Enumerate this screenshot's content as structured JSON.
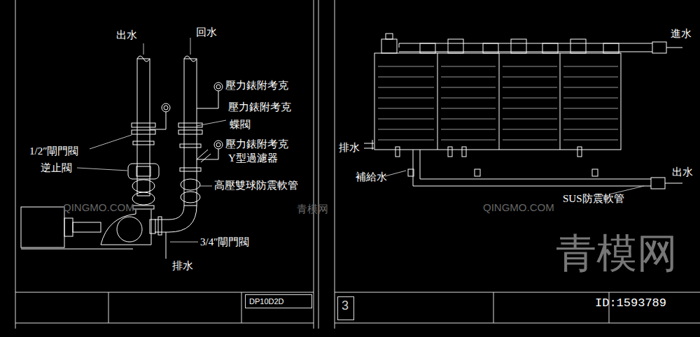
{
  "diagram": {
    "nodes": [
      {
        "text": [
          "DP10D2D"
        ]
      },
      {
        "text": [
          "3"
        ]
      }
    ],
    "labels": [
      "出水",
      "回水",
      "壓力錶附考克",
      "壓力錶附考克",
      "蝶閥",
      "壓力錶附考克",
      "1/2″閘門閥",
      "Y型過濾器",
      "逆止閥",
      "高壓雙球防震軟管",
      "3/4″閘門閥",
      "排水",
      "進水",
      "排水",
      "補給水",
      "出水",
      "SUS防震軟管",
      "QINGMO.COM",
      "青模网",
      "QINGMO.COM",
      "青模网",
      "ID:1593789"
    ]
  }
}
